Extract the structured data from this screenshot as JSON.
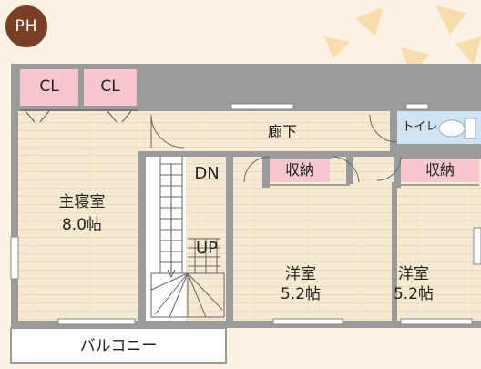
{
  "badge": {
    "text": "PH"
  },
  "rooms": {
    "master_bedroom": {
      "name": "主寝室",
      "size": "8.0帖"
    },
    "western_room_1": {
      "name": "洋室",
      "size": "5.2帖"
    },
    "western_room_2": {
      "name": "洋室",
      "size": "5.2帖"
    },
    "corridor": {
      "name": "廊下"
    },
    "toilet": {
      "name": "トイレ"
    },
    "closet_1": {
      "name": "CL"
    },
    "closet_2": {
      "name": "CL"
    },
    "storage_1": {
      "name": "収納"
    },
    "storage_2": {
      "name": "収納"
    },
    "balcony": {
      "name": "バルコニー"
    }
  },
  "stairs": {
    "down": "DN",
    "up": "UP"
  },
  "colors": {
    "background": "#fbf2e4",
    "floor": "#f6ead2",
    "wall": "#9b9b9b",
    "closet": "#f7c6cf",
    "toilet": "#cfe3f2",
    "badge": "#7a3f24",
    "triangles": "#f7d79a"
  }
}
